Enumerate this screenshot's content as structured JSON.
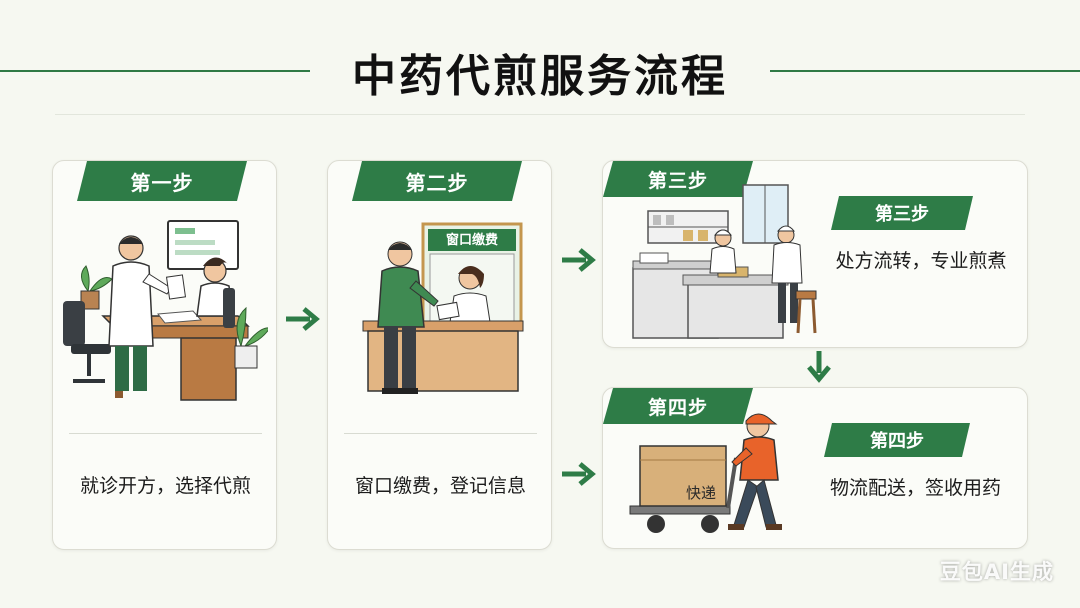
{
  "title": "中药代煎服务流程",
  "steps": [
    {
      "tab": "第一步",
      "caption": "就诊开方，选择代煎"
    },
    {
      "tab": "第二步",
      "caption": "窗口缴费，登记信息",
      "window_sign": "窗口缴费"
    },
    {
      "tab": "第三步",
      "subtab": "第三步",
      "caption": "处方流转，专业煎煮"
    },
    {
      "tab": "第四步",
      "subtab": "第四步",
      "caption": "物流配送，签收用药",
      "box_label": "快递"
    }
  ],
  "watermark": "豆包AI生成",
  "colors": {
    "accent": "#2e7c47",
    "background": "#f6f8f1",
    "card": "#fbfcf8"
  }
}
